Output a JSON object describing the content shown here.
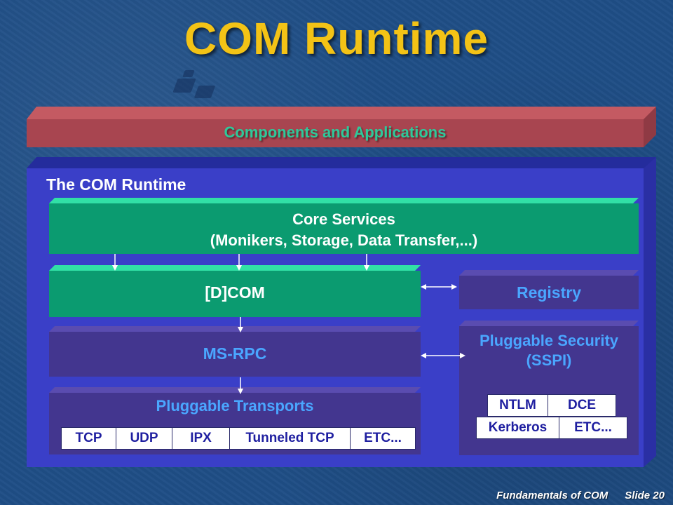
{
  "title": "COM Runtime",
  "components_bar": "Components and Applications",
  "runtime_label": "The COM Runtime",
  "core_services": {
    "line1": "Core Services",
    "line2": "(Monikers, Storage, Data Transfer,...)"
  },
  "dcom": "[D]COM",
  "msrpc": "MS-RPC",
  "transports": {
    "label": "Pluggable Transports",
    "items": [
      "TCP",
      "UDP",
      "IPX",
      "Tunneled TCP",
      "ETC..."
    ]
  },
  "registry": "Registry",
  "security": {
    "line1": "Pluggable Security",
    "line2": "(SSPI)",
    "row1": [
      "NTLM",
      "DCE"
    ],
    "row2": [
      "Kerberos",
      "ETC..."
    ]
  },
  "footer": {
    "course": "Fundamentals of COM",
    "slide": "Slide 20"
  },
  "colors": {
    "title": "#f3c316",
    "components_bar": "#a84550",
    "runtime": "#3a3fc8",
    "green_block": "#0b9b70",
    "purple_block": "#43368f",
    "blue_text": "#4aa6ff"
  }
}
